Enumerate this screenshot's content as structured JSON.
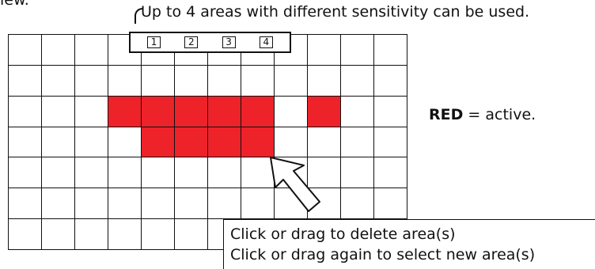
{
  "top_fragment": "iew.",
  "callout": {
    "text": "Up to 4 areas with different sensitivity can be used."
  },
  "area_selector": {
    "buttons": [
      "1",
      "2",
      "3",
      "4"
    ]
  },
  "grid": {
    "rows": 7,
    "cols": 12,
    "active_cells": [
      [
        2,
        3
      ],
      [
        2,
        4
      ],
      [
        2,
        5
      ],
      [
        2,
        6
      ],
      [
        2,
        7
      ],
      [
        2,
        9
      ],
      [
        3,
        4
      ],
      [
        3,
        5
      ],
      [
        3,
        6
      ],
      [
        3,
        7
      ]
    ],
    "active_color": "#ee2229"
  },
  "legend": {
    "keyword": "RED",
    "rest": " = active."
  },
  "info_box": {
    "line1": "Click or drag to delete area(s)",
    "line2": "Click or drag again to select new area(s)"
  },
  "icons": {
    "cursor": "arrow-cursor-icon"
  }
}
